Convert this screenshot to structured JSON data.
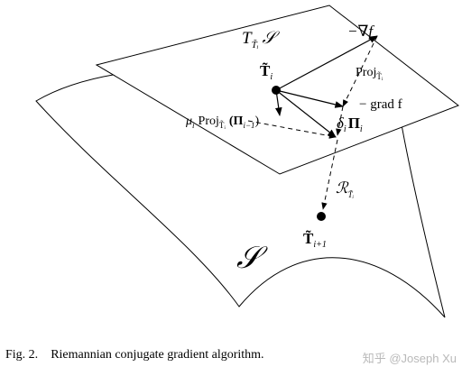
{
  "labels": {
    "tangent_space": "T",
    "tangent_space_sub": "T̃ᵢ",
    "tangent_space_set": "𝒮",
    "neg_gradient": "−∇f",
    "proj_label": "Proj",
    "proj_sub": "T̃ᵢ",
    "grad_label": "− grad f",
    "point_i": "T̃",
    "point_i_sub": "i",
    "momentum_coef": "μ",
    "momentum_coef_sub": "i",
    "momentum_proj": "Proj",
    "momentum_proj_sub": "T̃ᵢ",
    "momentum_arg": "(Π",
    "momentum_arg_sub": "i−1",
    "momentum_close": ")",
    "step_size": "δ",
    "step_size_sub": "i",
    "direction": "Π",
    "direction_sub": "i",
    "retraction": "ℛ",
    "retraction_sub": "T̃ᵢ",
    "point_next": "T̃",
    "point_next_sub": "i+1",
    "manifold": "𝒮"
  },
  "caption": {
    "fig_label": "Fig. 2.",
    "text": "Riemannian conjugate gradient algorithm."
  },
  "watermark": "知乎 @Joseph Xu"
}
